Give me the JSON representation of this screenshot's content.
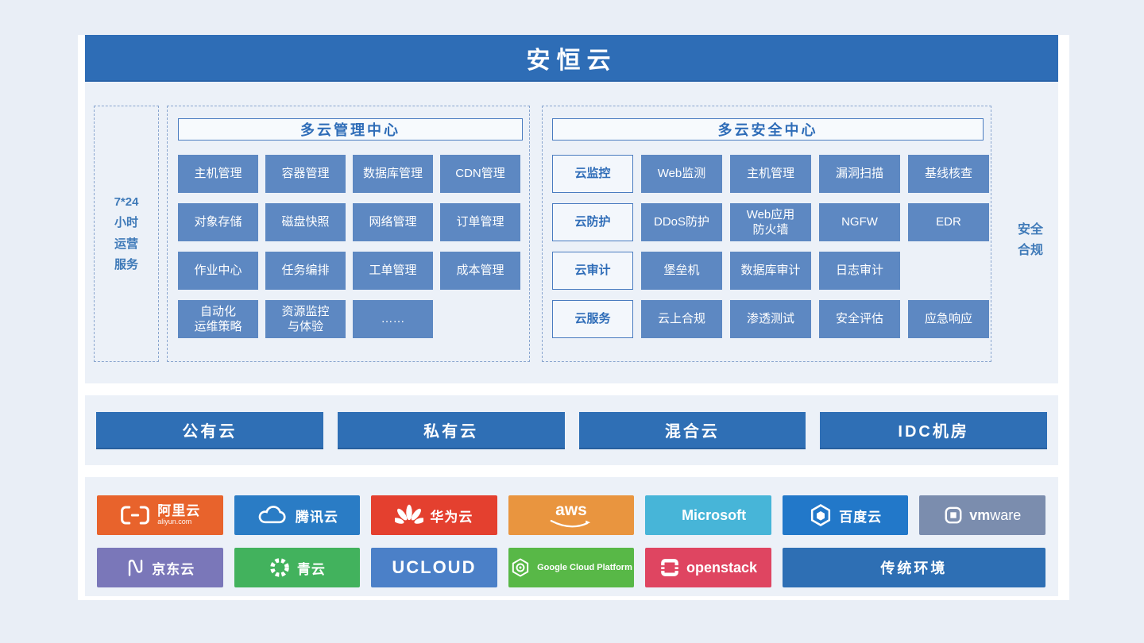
{
  "app": {
    "title": "安恒云"
  },
  "ops_service": {
    "label": "7*24\n小时\n运营\n服务"
  },
  "management": {
    "title": "多云管理中心",
    "row1": [
      "主机管理",
      "容器管理",
      "数据库管理",
      "CDN管理"
    ],
    "row2": [
      "对象存储",
      "磁盘快照",
      "网络管理",
      "订单管理"
    ],
    "row3": [
      "作业中心",
      "任务编排",
      "工单管理",
      "成本管理"
    ],
    "row4": [
      "自动化\n运维策略",
      "资源监控\n与体验",
      "……"
    ]
  },
  "security": {
    "title": "多云安全中心",
    "categories": [
      "云监控",
      "云防护",
      "云审计",
      "云服务"
    ],
    "row1": [
      "Web监测",
      "主机管理",
      "漏洞扫描",
      "基线核查"
    ],
    "row2": [
      "DDoS防护",
      "Web应用\n防火墙",
      "NGFW",
      "EDR"
    ],
    "row3": [
      "堡垒机",
      "数据库审计",
      "日志审计"
    ],
    "row4": [
      "云上合规",
      "渗透测试",
      "安全评估",
      "应急响应"
    ]
  },
  "compliance": {
    "label": "安全\n合规"
  },
  "cloud_types": [
    "公有云",
    "私有云",
    "混合云",
    "IDC机房"
  ],
  "vendors": {
    "row1": [
      {
        "name": "阿里云",
        "sub": "aliyun.com",
        "icon": "aliyun-brackets-icon",
        "color": "#e8632c"
      },
      {
        "name": "腾讯云",
        "icon": "tencent-cloud-icon",
        "color": "#2a7cc5"
      },
      {
        "name": "华为云",
        "icon": "huawei-flower-icon",
        "color": "#e4402f"
      },
      {
        "name": "aws",
        "icon": "aws-smile-arrow-icon",
        "color": "#e9953f"
      },
      {
        "name": "Microsoft",
        "icon": "microsoft-windows-icon",
        "color": "#47b5d8"
      },
      {
        "name": "百度云",
        "icon": "baidu-cloud-icon",
        "color": "#2278c9"
      },
      {
        "name": "vmware",
        "bold_part": "vm",
        "light_part": "ware",
        "icon": "vmware-box-icon",
        "color": "#7b8dae"
      }
    ],
    "row2": [
      {
        "name": "京东云",
        "icon": "jd-cloud-icon",
        "color": "#7a77b9"
      },
      {
        "name": "青云",
        "icon": "qingcloud-icon",
        "color": "#42b25d"
      },
      {
        "name": "UCLOUD",
        "color": "#4b80c8"
      },
      {
        "name": "Google Cloud Platform",
        "icon": "google-cloud-hexagon-icon",
        "color": "#58b847"
      },
      {
        "name": "openstack",
        "icon": "openstack-square-icon",
        "color": "#df4561"
      },
      {
        "name": "传统环境",
        "color": "#2e6fb4"
      }
    ]
  },
  "theme": {
    "page_bg": "#e9eef6",
    "section_bg": "#ecf1f8",
    "header_bg": "#2e6db6",
    "tile_bg": "#5d88c2",
    "accent_text": "#2f6db8",
    "cloud_type_bg": "#2f6fb5",
    "dashed_border": "#8aa6cf"
  }
}
